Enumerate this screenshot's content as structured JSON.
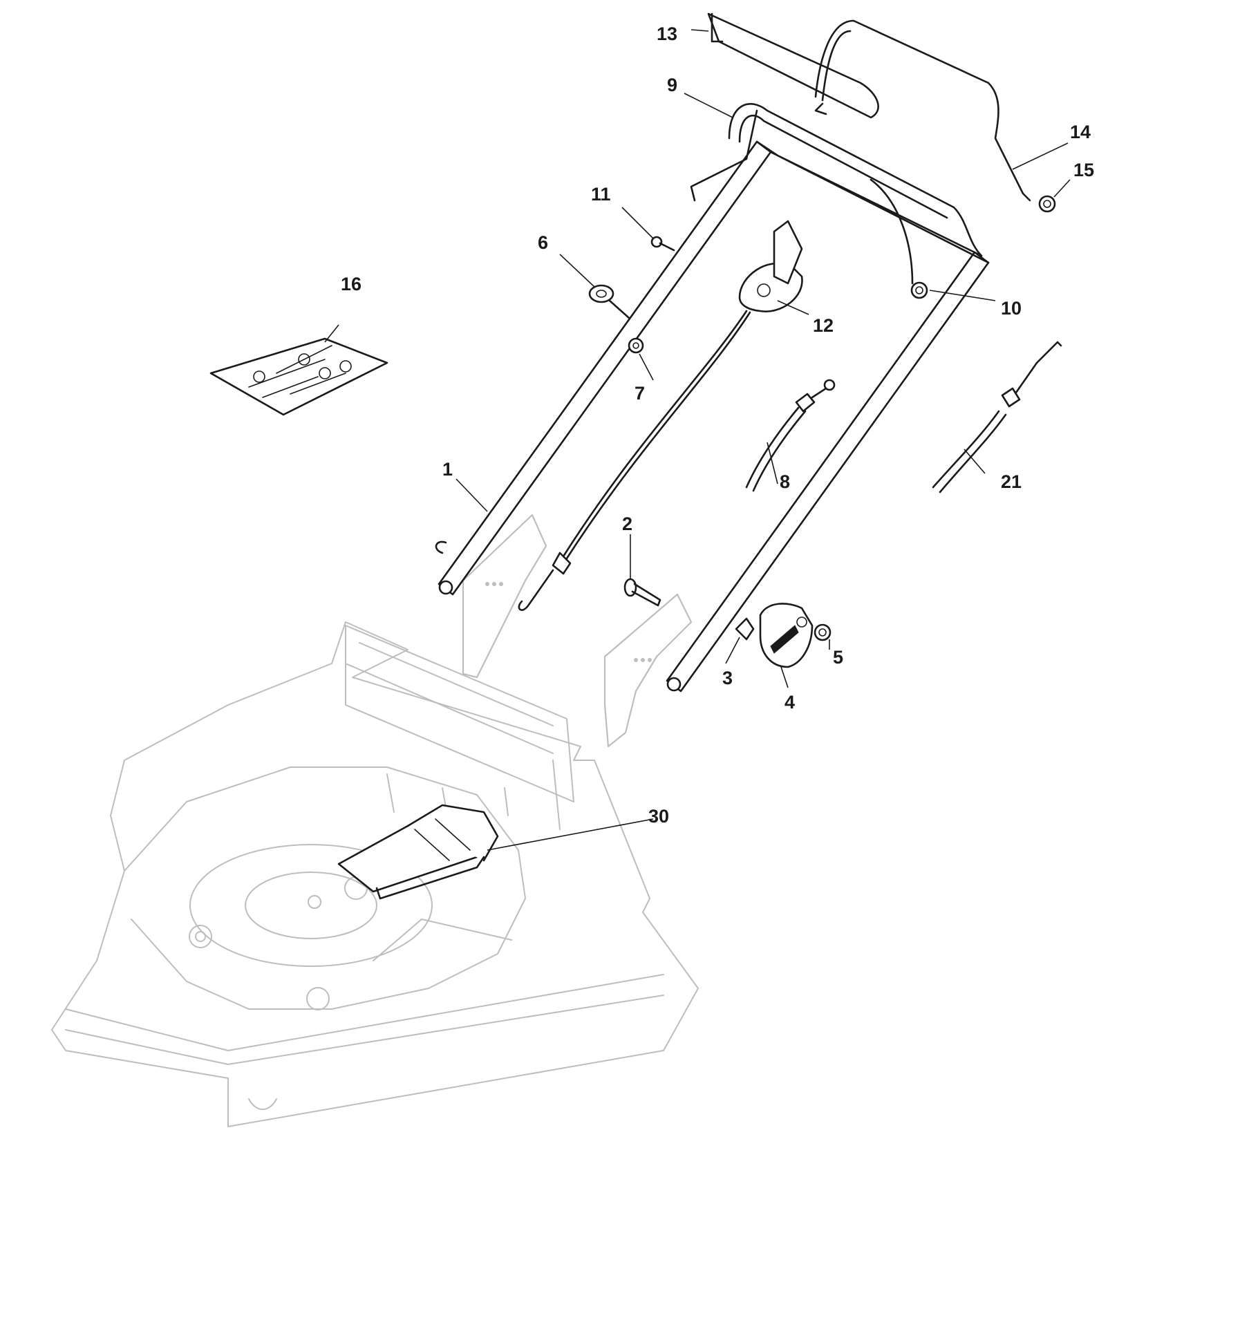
{
  "callouts": [
    {
      "id": "c1",
      "label": "1"
    },
    {
      "id": "c2",
      "label": "2"
    },
    {
      "id": "c3",
      "label": "3"
    },
    {
      "id": "c4",
      "label": "4"
    },
    {
      "id": "c5",
      "label": "5"
    },
    {
      "id": "c6",
      "label": "6"
    },
    {
      "id": "c7",
      "label": "7"
    },
    {
      "id": "c8",
      "label": "8"
    },
    {
      "id": "c9",
      "label": "9"
    },
    {
      "id": "c10",
      "label": "10"
    },
    {
      "id": "c11",
      "label": "11"
    },
    {
      "id": "c12",
      "label": "12"
    },
    {
      "id": "c13",
      "label": "13"
    },
    {
      "id": "c14",
      "label": "14"
    },
    {
      "id": "c15",
      "label": "15"
    },
    {
      "id": "c16",
      "label": "16"
    },
    {
      "id": "c21",
      "label": "21"
    },
    {
      "id": "c30",
      "label": "30"
    }
  ],
  "colors": {
    "part_stroke": "#1a1a1a",
    "deck_stroke": "#bdbdbd",
    "background": "#ffffff"
  }
}
